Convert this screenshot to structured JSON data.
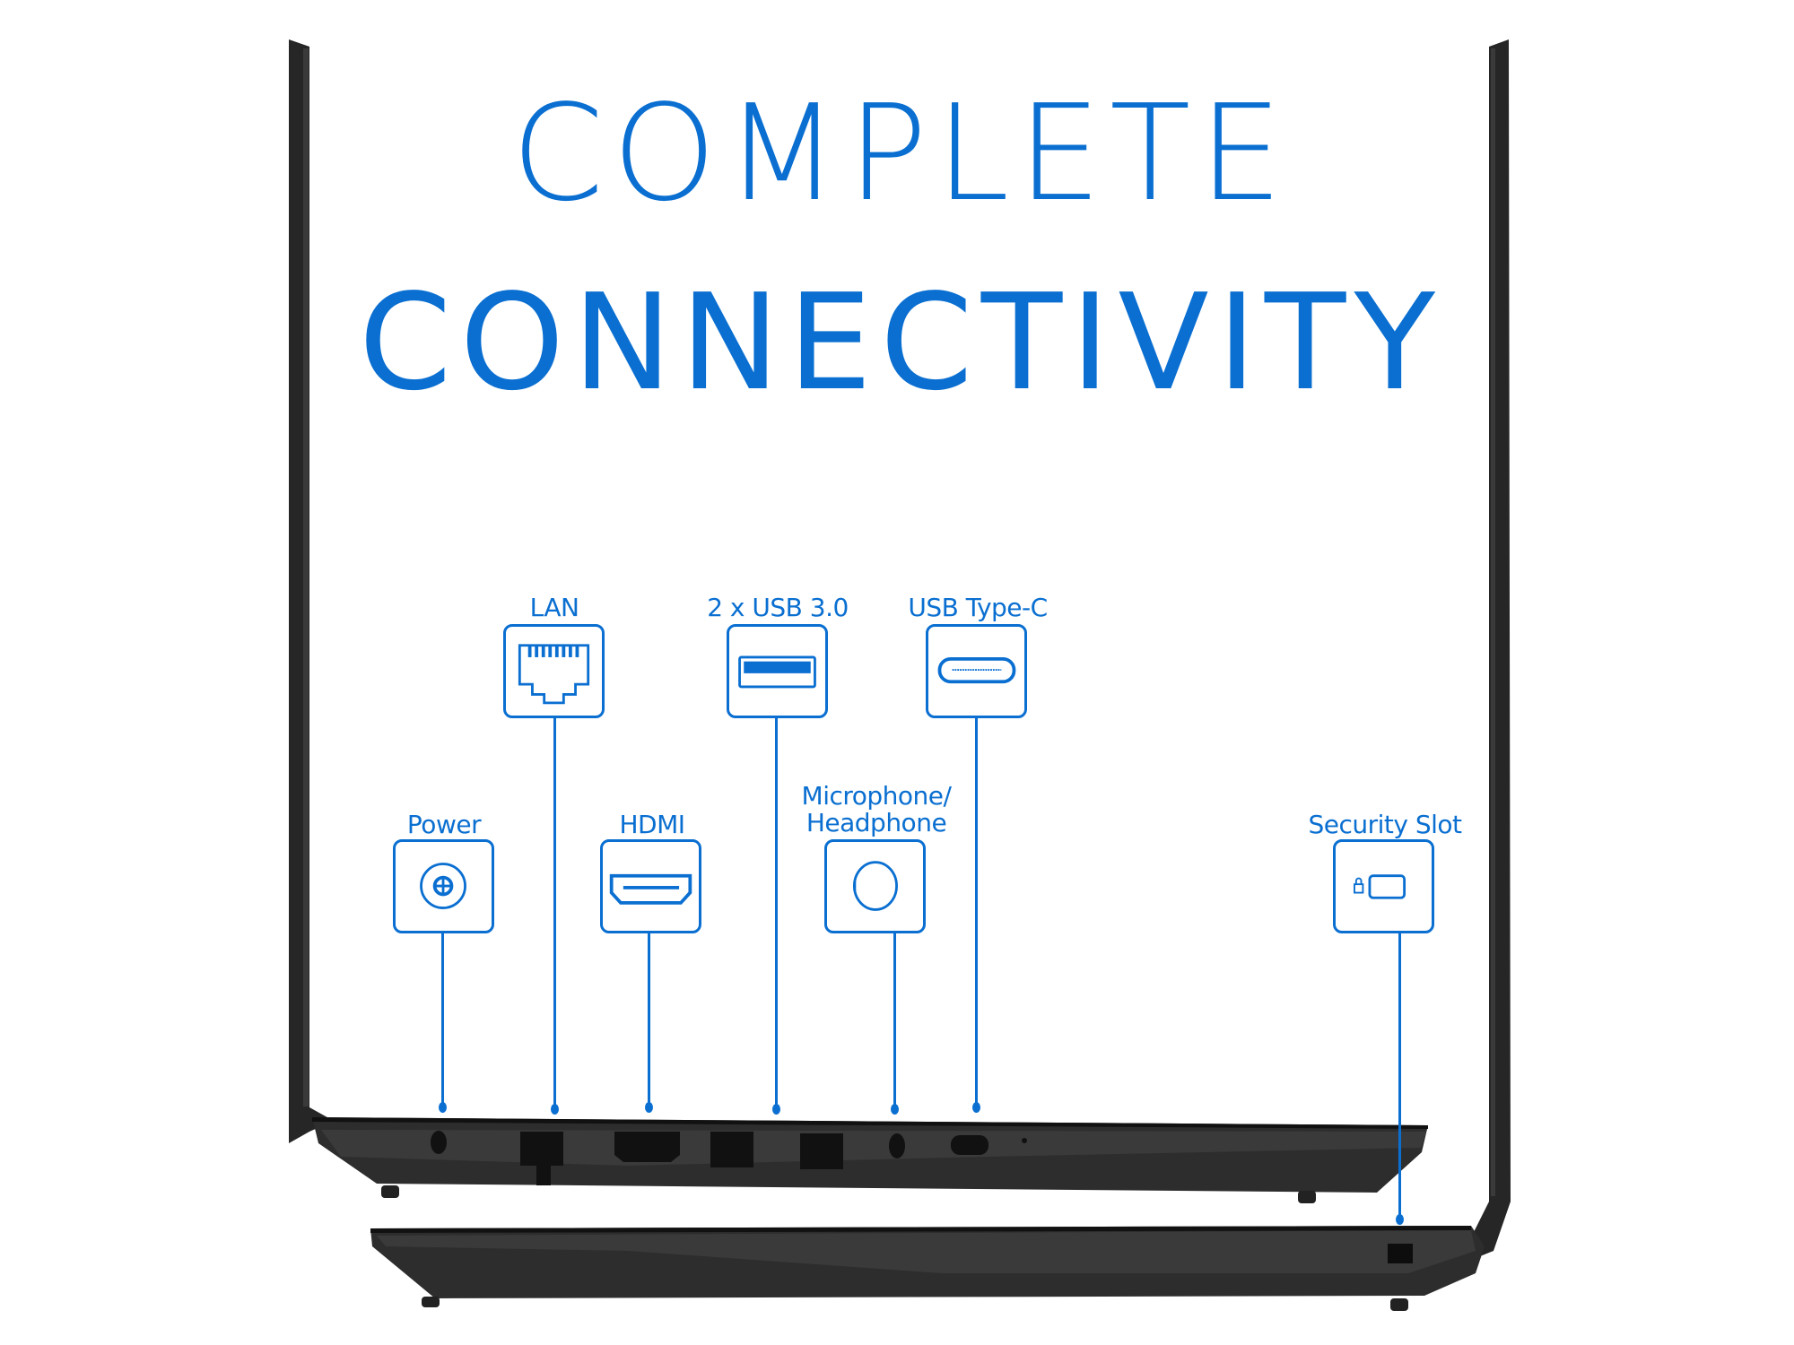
{
  "headline": {
    "line1": "COMPLETE",
    "line2": "CONNECTIVITY"
  },
  "ports": [
    {
      "label": "Power",
      "icon": "power-jack-icon"
    },
    {
      "label": "LAN",
      "icon": "ethernet-port-icon"
    },
    {
      "label": "HDMI",
      "icon": "hdmi-port-icon"
    },
    {
      "label": "2 x USB 3.0",
      "icon": "usb-a-port-icon"
    },
    {
      "label": "Microphone/",
      "label2": "Headphone",
      "icon": "audio-jack-icon"
    },
    {
      "label": "USB Type-C",
      "icon": "usb-c-port-icon"
    },
    {
      "label": "Security Slot",
      "icon": "lock-slot-icon"
    }
  ],
  "colors": {
    "accent": "#0a6fd1",
    "laptop": "#2b2b2b"
  }
}
